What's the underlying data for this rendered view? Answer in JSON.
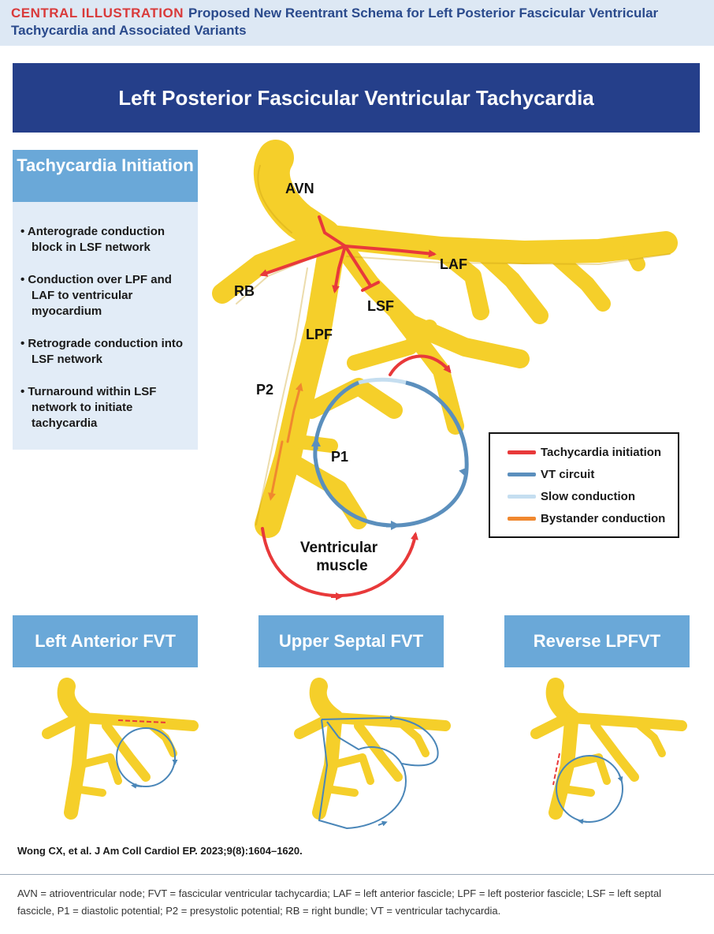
{
  "header": {
    "kicker": "CENTRAL ILLUSTRATION",
    "title": "Proposed New Reentrant Schema for Left Posterior Fascicular Ventricular Tachycardia and Associated Variants"
  },
  "main_title": "Left Posterior Fascicular Ventricular Tachycardia",
  "initiation": {
    "heading": "Tachycardia Initiation",
    "points": [
      "Anterograde conduction block in LSF network",
      "Conduction over LPF and LAF to ventricular myocardium",
      "Retrograde conduction into LSF network",
      "Turnaround within LSF network to initiate tachycardia"
    ]
  },
  "diagram_labels": {
    "avn": "AVN",
    "laf": "LAF",
    "rb": "RB",
    "lsf": "LSF",
    "lpf": "LPF",
    "p2": "P2",
    "p1": "P1",
    "muscle_line1": "Ventricular",
    "muscle_line2": "muscle"
  },
  "legend": {
    "items": [
      {
        "label": "Tachycardia initiation",
        "color": "#e8393a"
      },
      {
        "label": "VT circuit",
        "color": "#5b8fbd"
      },
      {
        "label": "Slow conduction",
        "color": "#c5def0"
      },
      {
        "label": "Bystander conduction",
        "color": "#f0882f"
      }
    ]
  },
  "colors": {
    "tissue": "#f5cf2a",
    "tissue_edge": "#c99a10",
    "red": "#e8393a",
    "blue": "#5b8fbd",
    "orange": "#f0882f",
    "slow": "#c5def0"
  },
  "variants": [
    {
      "label": "Left Anterior FVT"
    },
    {
      "label": "Upper Septal FVT"
    },
    {
      "label": "Reverse LPFVT"
    }
  ],
  "citation": "Wong CX, et al. J Am Coll Cardiol EP. 2023;9(8):1604–1620.",
  "footnote": "AVN = atrioventricular node; FVT = fascicular ventricular tachycardia; LAF = left anterior fascicle; LPF = left posterior fascicle; LSF = left septal fascicle, P1 = diastolic potential; P2 = presystolic potential; RB = right bundle; VT = ventricular tachycardia."
}
